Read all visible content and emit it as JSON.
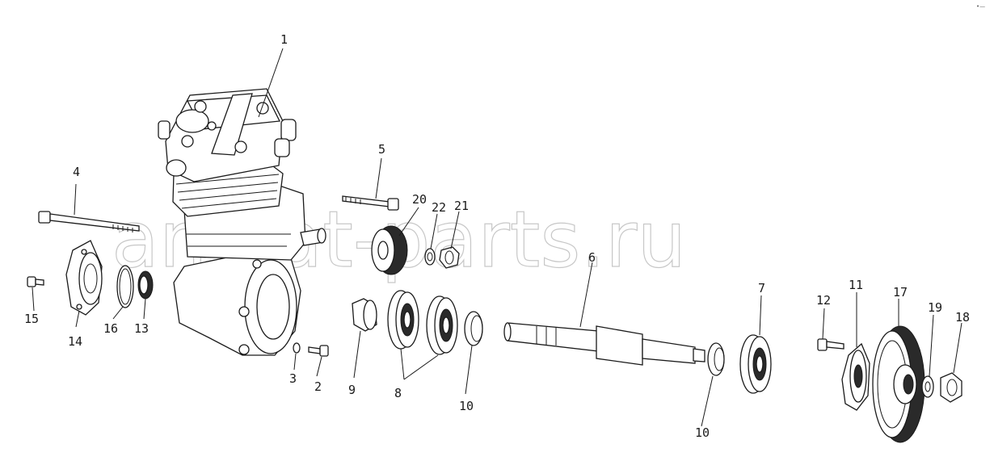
{
  "watermark": "amsat-parts.ru",
  "corner_mark": "•—",
  "labels": {
    "p1": "1",
    "p2": "2",
    "p3": "3",
    "p4": "4",
    "p5": "5",
    "p6": "6",
    "p7": "7",
    "p8": "8",
    "p9": "9",
    "p10a": "10",
    "p10b": "10",
    "p11": "11",
    "p12": "12",
    "p13": "13",
    "p14": "14",
    "p15": "15",
    "p16": "16",
    "p17": "17",
    "p18": "18",
    "p19": "19",
    "p20": "20",
    "p21": "21",
    "p22": "22"
  }
}
